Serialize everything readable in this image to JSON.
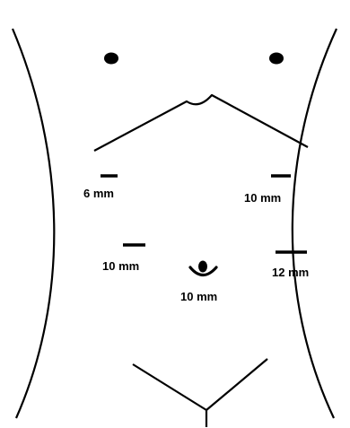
{
  "diagram": {
    "colors": {
      "stroke": "#000000",
      "background": "#ffffff"
    },
    "ports": [
      {
        "id": "left-upper",
        "label": "6 mm"
      },
      {
        "id": "right-upper",
        "label": "10 mm"
      },
      {
        "id": "left-lower",
        "label": "10 mm"
      },
      {
        "id": "right-lower",
        "label": "12 mm"
      },
      {
        "id": "umbilical",
        "label": "10 mm"
      }
    ]
  }
}
